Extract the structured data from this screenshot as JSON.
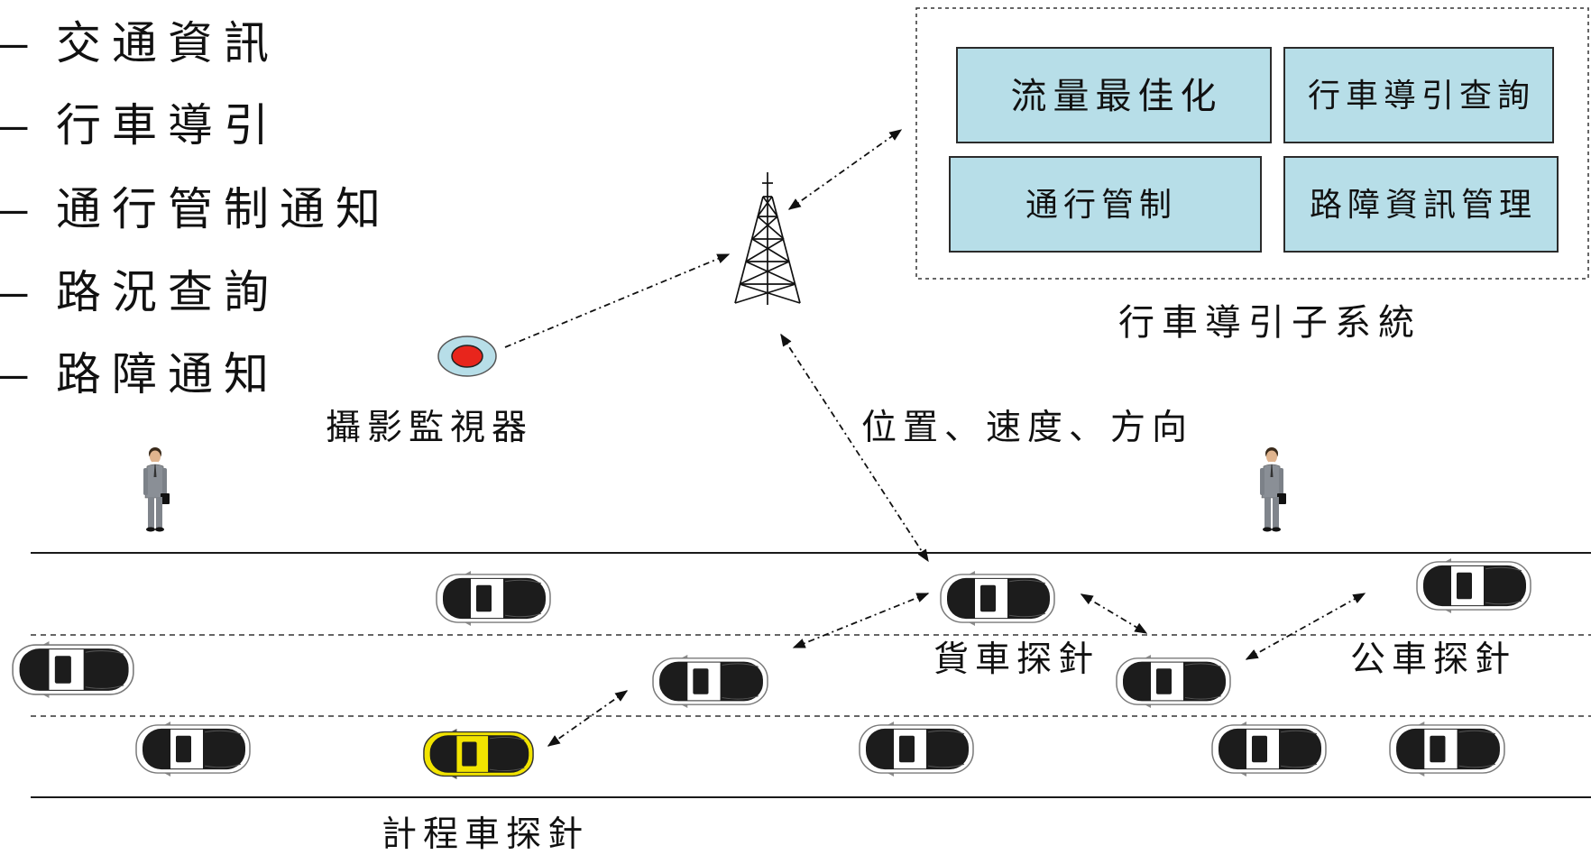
{
  "bullets": {
    "marker": "–",
    "items": [
      "交通資訊",
      "行車導引",
      "通行管制通知",
      "路況查詢",
      "路障通知"
    ]
  },
  "subsystem": {
    "modules": [
      "流量最佳化",
      "行車導引查詢",
      "通行管制",
      "路障資訊管理"
    ],
    "title": "行車導引子系統"
  },
  "labels": {
    "camera": "攝影監視器",
    "probe_data": "位置、速度、方向",
    "truck_probe": "貨車探針",
    "bus_probe": "公車探針",
    "taxi_probe": "計程車探針"
  },
  "icons": {
    "tower": "radio-tower-icon",
    "camera": "surveillance-camera-icon",
    "pedestrian": "person-icon",
    "vehicle": "car-icon",
    "taxi": "taxi-icon"
  },
  "colors": {
    "module_fill": "#b7dee8",
    "camera_body": "#b7dee8",
    "camera_lens": "#e8251c",
    "taxi_body": "#f2e400"
  }
}
